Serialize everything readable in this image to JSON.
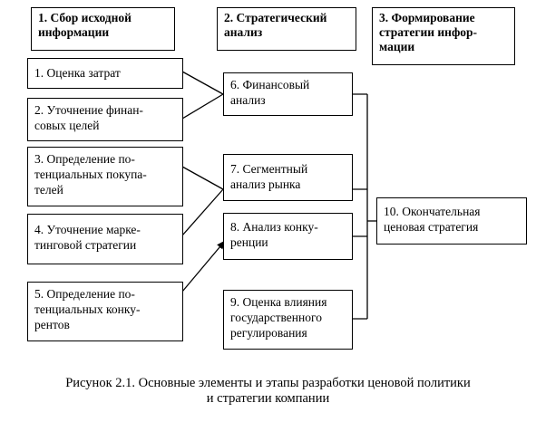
{
  "headers": {
    "col1": "1. Сбор исходной\nинформации",
    "col2": "2. Стратегический\nанализ",
    "col3": "3. Формирование\nстратегии инфор-\nмации"
  },
  "boxes": {
    "b1": "1. Оценка затрат",
    "b2": "2. Уточнение финан-\nсовых целей",
    "b3": "3. Определение по-\nтенциальных покупа-\nтелей",
    "b4": "4. Уточнение марке-\nтинговой стратегии",
    "b5": "5. Определение по-\nтенциальных конку-\nрентов",
    "b6": "6. Финансовый\nанализ",
    "b7": "7. Сегментный\nанализ рынка",
    "b8": "8. Анализ конку-\nренции",
    "b9": "9. Оценка влияния\nгосударственного\nрегулирования",
    "b10": "10. Окончательная\nценовая стратегия"
  },
  "caption": {
    "line1": "Рисунок 2.1. Основные элементы и этапы разработки ценовой политики",
    "line2": "и стратегии компании"
  }
}
